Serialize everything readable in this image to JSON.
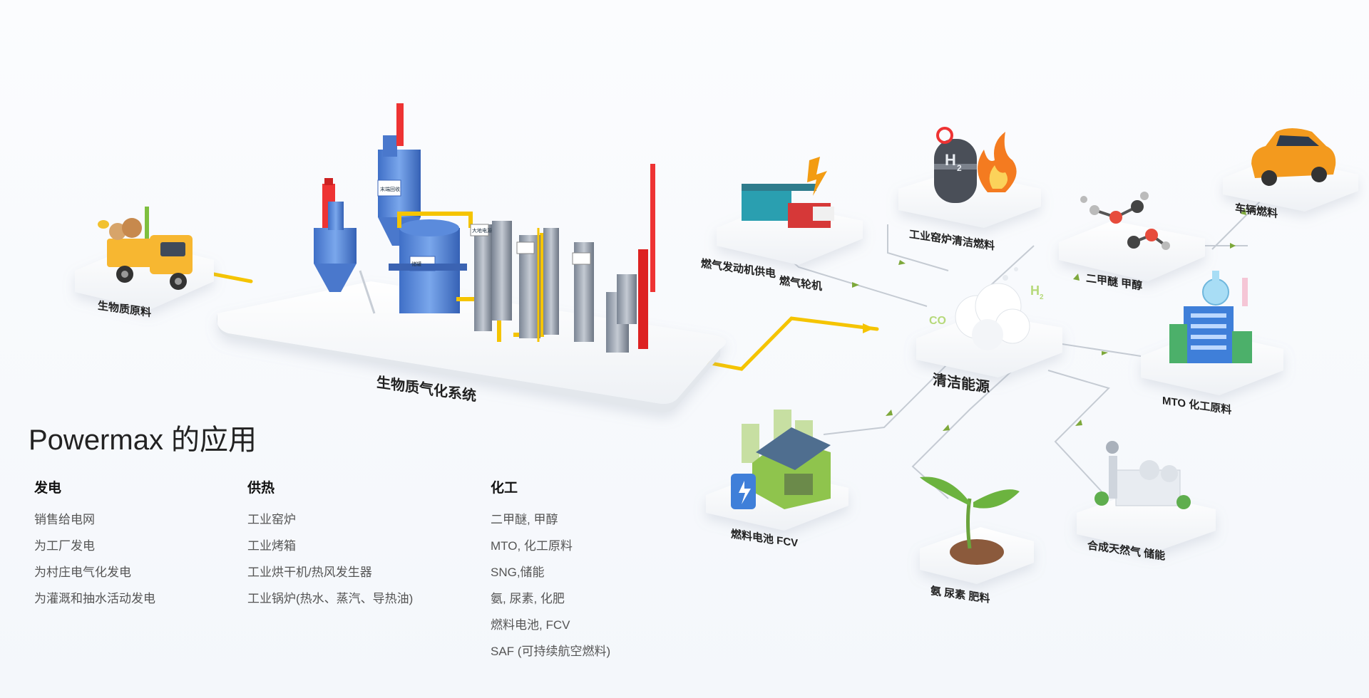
{
  "heading": "Powermax 的应用",
  "columns": [
    {
      "title": "发电",
      "items": [
        "销售给电网",
        "为工厂发电",
        "为村庄电气化发电",
        "为灌溉和抽水活动发电"
      ]
    },
    {
      "title": "供热",
      "items": [
        "工业窑炉",
        "工业烤箱",
        "工业烘干机/热风发生器",
        "工业锅炉(热水、蒸汽、导热油)"
      ]
    },
    {
      "title": "化工",
      "items": [
        "二甲醚, 甲醇",
        "MTO, 化工原料",
        "SNG,储能",
        "氨, 尿素, 化肥",
        "燃料电池, FCV",
        "SAF (可持续航空燃料)"
      ]
    }
  ],
  "diagram": {
    "biomass": "生物质原料",
    "system": "生物质气化系统",
    "clean_energy": "清洁能源",
    "gas_engine": "燃气发动机供电",
    "turbine": "燃气轮机",
    "kiln": "工业窑炉清洁燃料",
    "dme": "二甲醚 甲醇",
    "vehicle": "车辆燃料",
    "mto": "MTO 化工原料",
    "fuel_cell": "燃料电池 FCV",
    "fertilizer": "氨 尿素 肥料",
    "sng": "合成天然气 储能",
    "co": "CO",
    "h2": "H",
    "h2_sub": "2",
    "tags": {
      "top": "末端回收",
      "mid": "储罐",
      "tank": "大地电源"
    }
  },
  "colors": {
    "accent": "#f5c400",
    "line": "#b8bfc8",
    "arrow": "#7da83a",
    "text": "#222222"
  }
}
